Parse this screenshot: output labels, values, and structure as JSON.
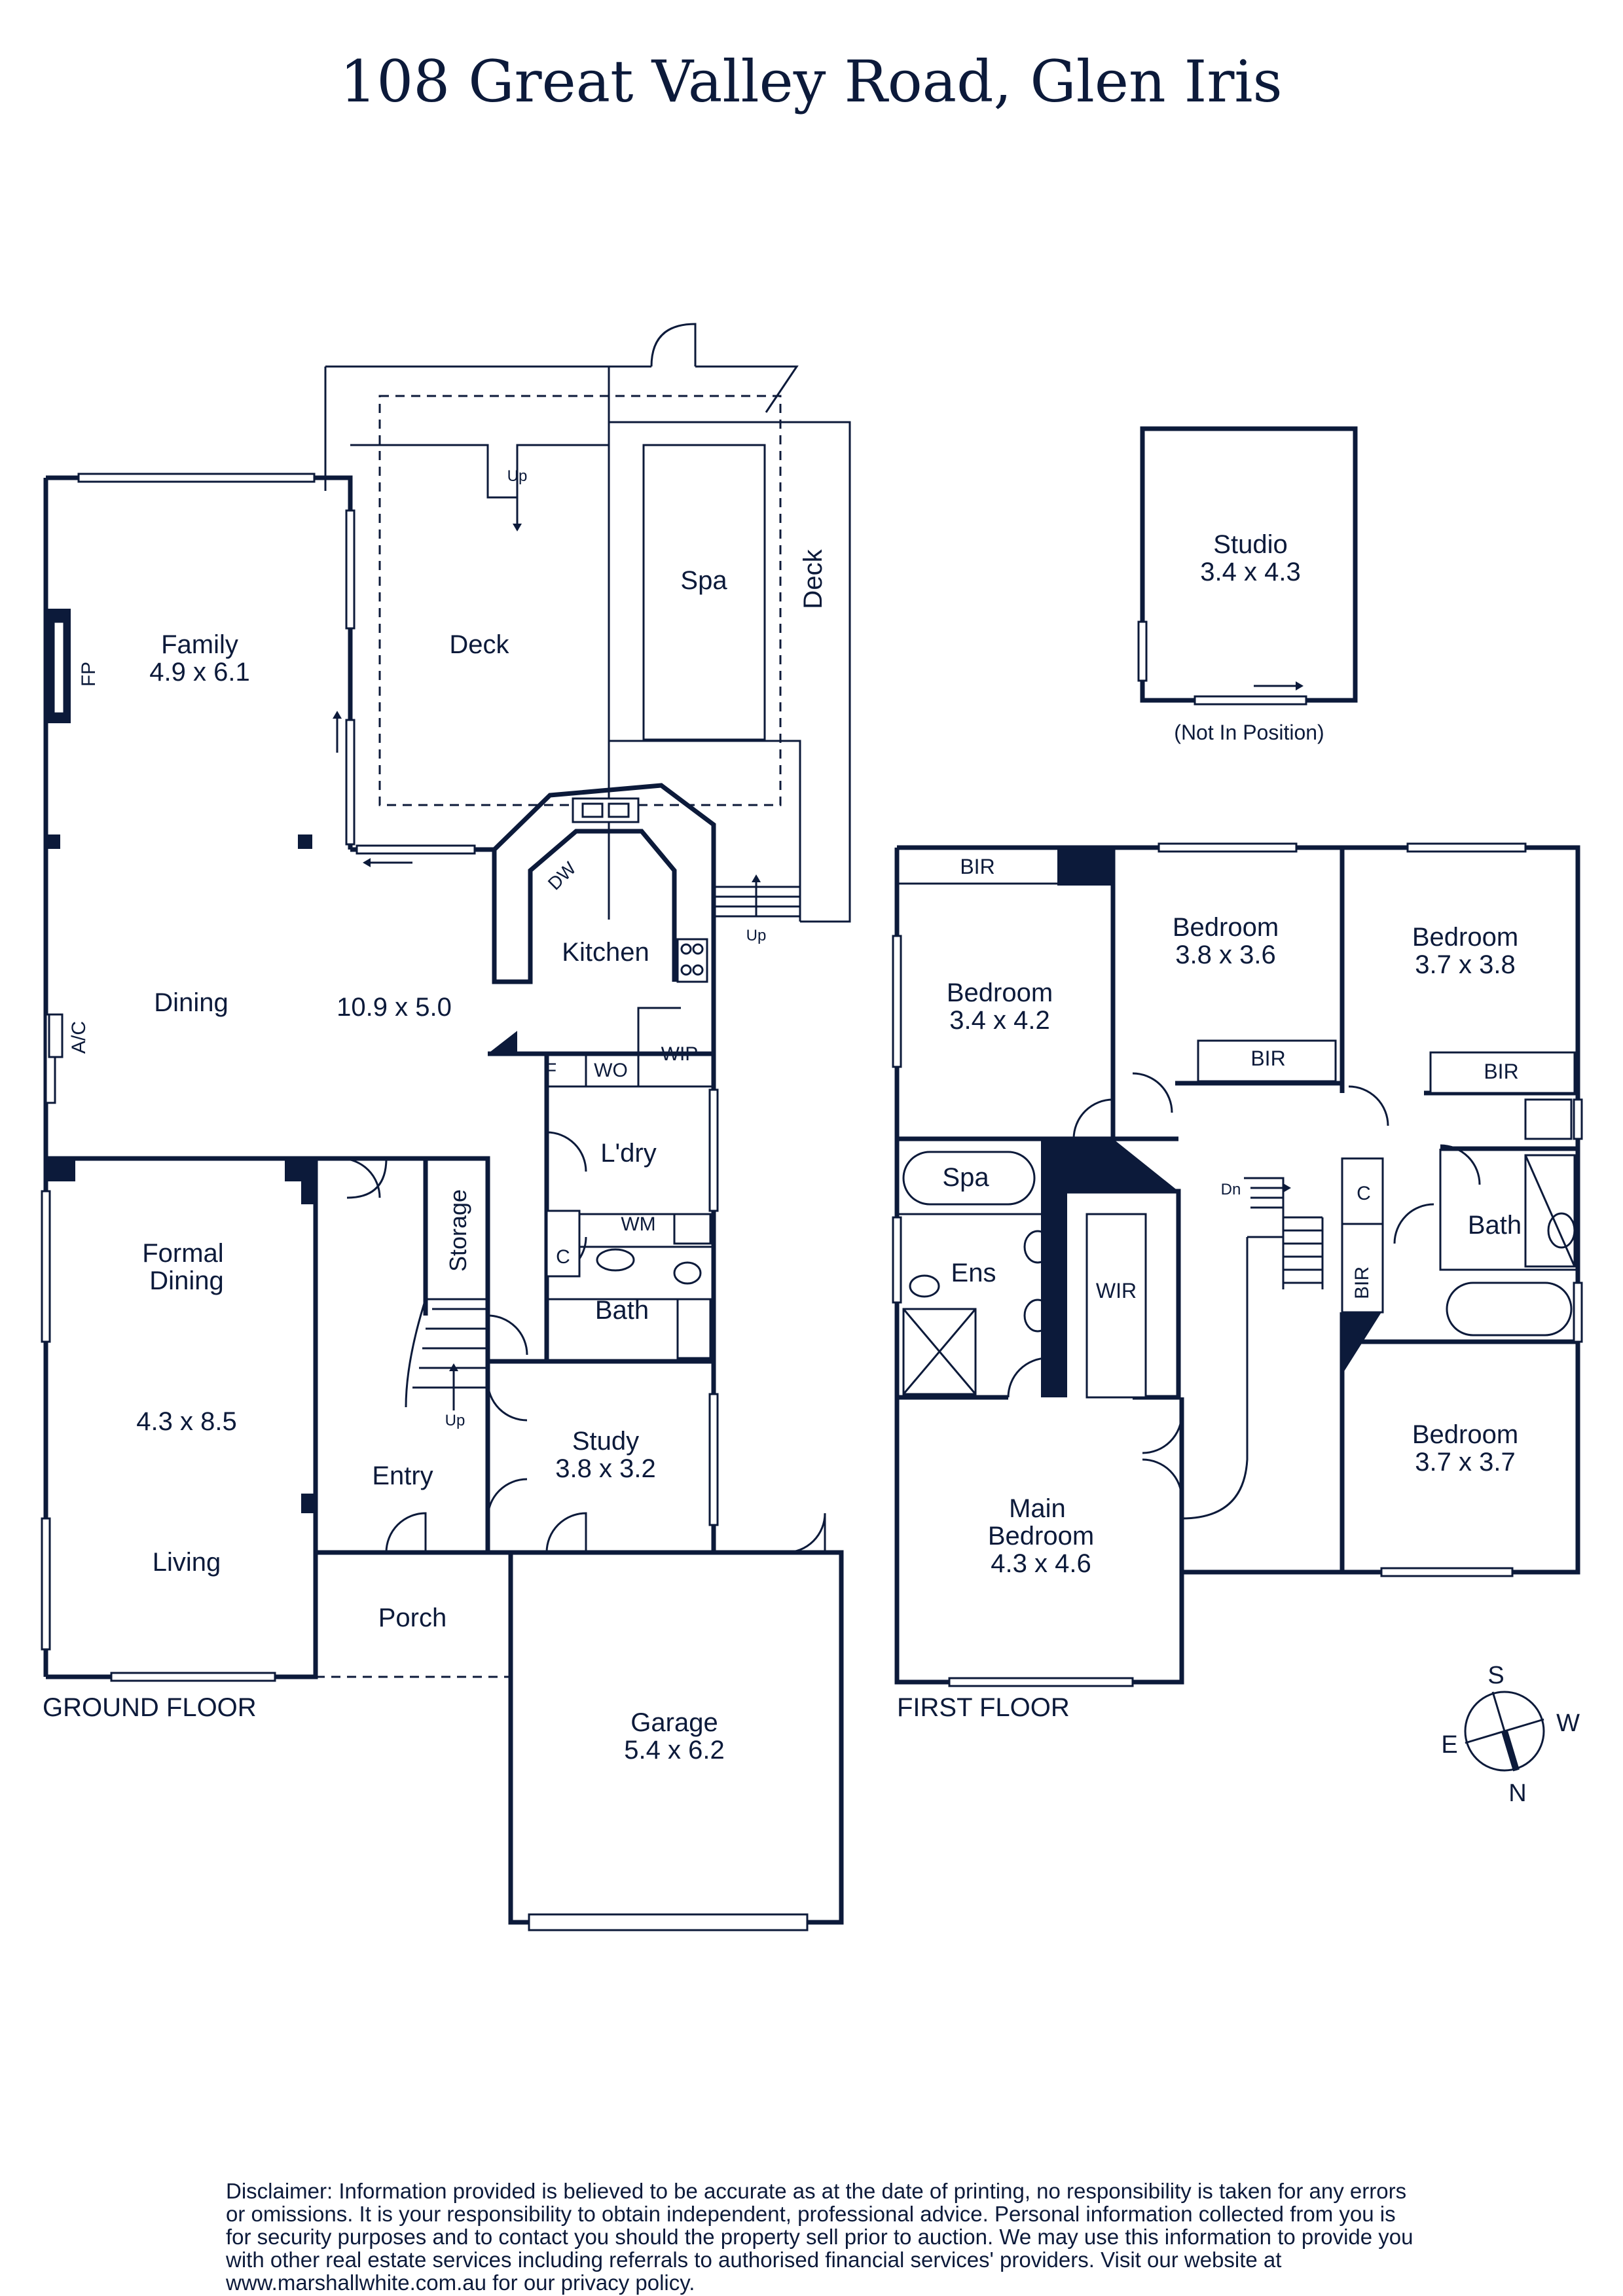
{
  "title": "108 Great Valley Road, Glen Iris",
  "floors": {
    "ground": "GROUND FLOOR",
    "first": "FIRST FLOOR"
  },
  "ground_floor": {
    "family": {
      "name": "Family",
      "size": "4.9 x 6.1"
    },
    "deck": "Deck",
    "spa": "Spa",
    "deck_side": "Deck",
    "fp": "FP",
    "ac": "A/C",
    "dining": "Dining",
    "kitchen": "Kitchen",
    "kitchen_dining_size": "10.9 x 5.0",
    "dw": "DW",
    "f": "F",
    "wo": "WO",
    "wip": "WIP",
    "laundry": "L'dry",
    "wm": "WM",
    "c": "C",
    "bath": "Bath",
    "storage": "Storage",
    "formal_dining": "Formal\nDining",
    "living_size": "4.3 x 8.5",
    "living": "Living",
    "entry": "Entry",
    "study": {
      "name": "Study",
      "size": "3.8 x 3.2"
    },
    "porch": "Porch",
    "garage": {
      "name": "Garage",
      "size": "5.4 x 6.2"
    },
    "up1": "Up",
    "up2": "Up",
    "up3": "Up"
  },
  "studio": {
    "name": "Studio",
    "size": "3.4 x 4.3",
    "note": "(Not In Position)"
  },
  "first_floor": {
    "bir1": "BIR",
    "bedroom_a": {
      "name": "Bedroom",
      "size": "3.4 x 4.2"
    },
    "bedroom_b": {
      "name": "Bedroom",
      "size": "3.8 x 3.6"
    },
    "bedroom_c": {
      "name": "Bedroom",
      "size": "3.7 x 3.8"
    },
    "bir2": "BIR",
    "bir3": "BIR",
    "spa": "Spa",
    "ens": "Ens",
    "wir": "WIR",
    "dn": "Dn",
    "c": "C",
    "bir4": "BIR",
    "bath": "Bath",
    "main_bedroom": {
      "name": "Main\nBedroom",
      "size": "4.3 x 4.6"
    },
    "bedroom_d": {
      "name": "Bedroom",
      "size": "3.7 x 3.7"
    }
  },
  "compass": {
    "s": "S",
    "w": "W",
    "e": "E",
    "n": "N"
  },
  "disclaimer": "Disclaimer: Information provided is believed to be accurate as at the date of printing, no responsibility is taken for any errors or omissions. It is your responsibility to obtain independent, professional advice. Personal information collected from you is for security purposes and to contact you should the property sell prior to auction. We may use this information to provide you with other real estate services including referrals to authorised financial services' providers. Visit our website at www.marshallwhite.com.au for our privacy policy.",
  "colors": {
    "ink": "#0c1a3a",
    "background": "#ffffff"
  }
}
